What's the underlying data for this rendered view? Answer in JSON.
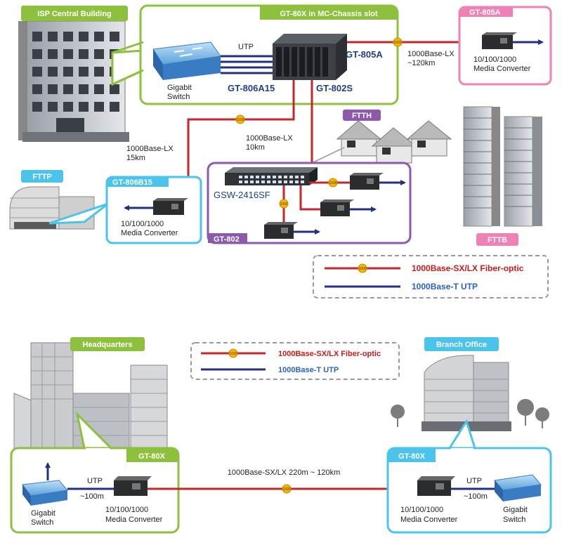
{
  "top": {
    "isp_label": "ISP Central Building",
    "chassis_label": "GT-80X in MC-Chassis slot",
    "utp_label": "UTP",
    "gigabit_switch": [
      "Gigabit",
      "Switch"
    ],
    "gt805a_inside": "GT-805A",
    "gt806a15": "GT-806A15",
    "gt802s": "GT-802S",
    "lx120": [
      "1000Base-LX",
      "~120km"
    ],
    "gt805a_box": "GT-805A",
    "mc_805a": [
      "10/100/1000",
      "Media Converter"
    ],
    "ftth": "FTTH",
    "lx10": [
      "1000Base-LX",
      "10km"
    ],
    "lx15": [
      "1000Base-LX",
      "15km"
    ],
    "fttp": "FTTP",
    "gt806b15": "GT-806B15",
    "mc_806b": [
      "10/100/1000",
      "Media Converter"
    ],
    "gsw": "GSW-2416SF",
    "gt802_box": "GT-802",
    "fttb": "FTTB",
    "legend_fiber": "1000Base-SX/LX Fiber-optic",
    "legend_utp": "1000Base-T UTP"
  },
  "bottom": {
    "headquarters": "Headquarters",
    "branch": "Branch Office",
    "legend_fiber": "1000Base-SX/LX Fiber-optic",
    "legend_utp": "1000Base-T UTP",
    "gt80x_left": "GT-80X",
    "gt80x_right": "GT-80X",
    "link_label": "1000Base-SX/LX 220m ~ 120km",
    "left_utp": [
      "UTP",
      "~100m"
    ],
    "left_switch": [
      "Gigabit",
      "Switch"
    ],
    "left_mc": [
      "10/100/1000",
      "Media Converter"
    ],
    "right_utp": [
      "UTP",
      "~100m"
    ],
    "right_switch": [
      "Gigabit",
      "Switch"
    ],
    "right_mc": [
      "10/100/1000",
      "Media Converter"
    ]
  },
  "fiber_badge": "1000",
  "colors": {
    "green": "#8dc13d",
    "pink": "#ee82b4",
    "cyan": "#4cc3ea",
    "purple": "#8d5aab",
    "fiber": "#c7262a",
    "utp": "#23307f"
  }
}
